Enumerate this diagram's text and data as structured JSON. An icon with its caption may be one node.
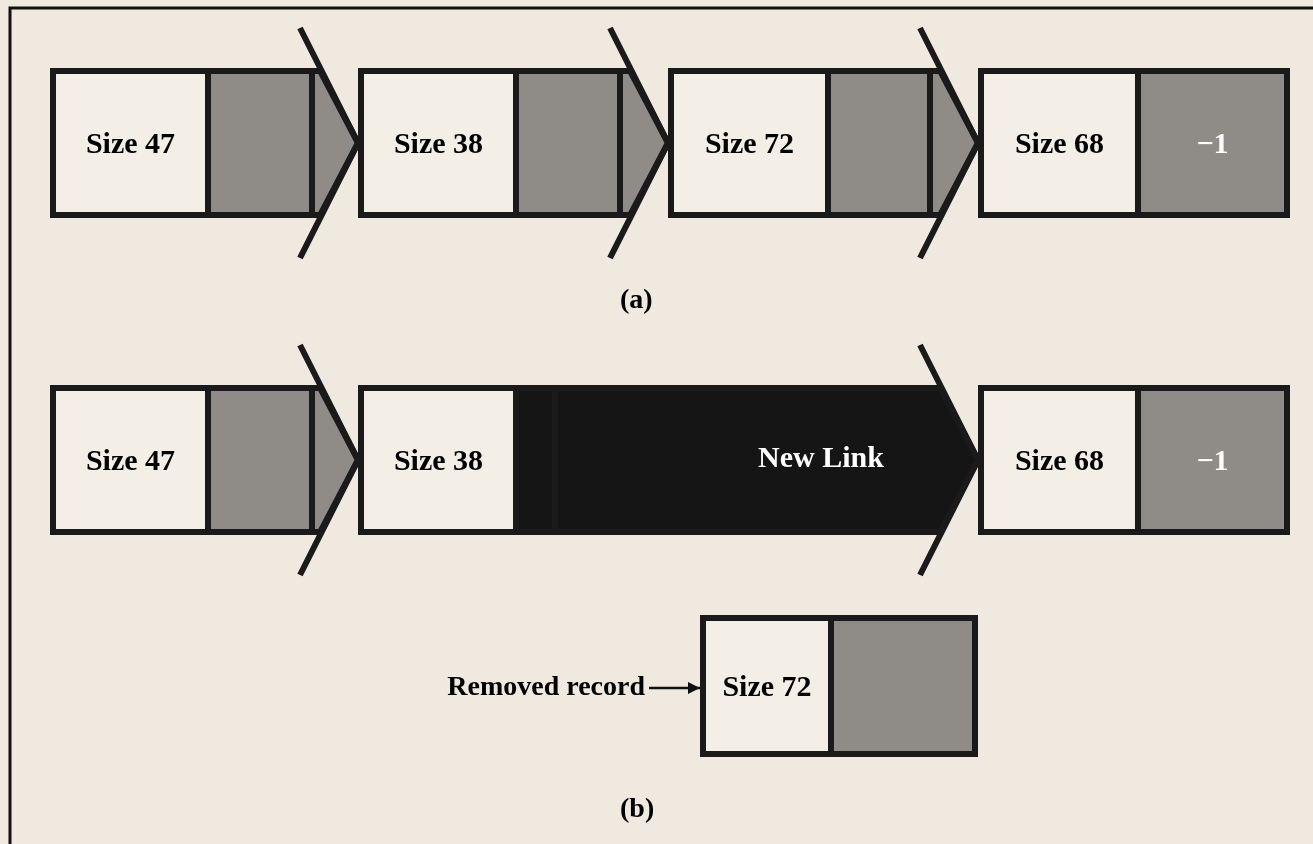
{
  "diagram": {
    "nodes": [
      {
        "text": [
          "Size 47"
        ]
      },
      {
        "text": [
          "Size 38"
        ]
      },
      {
        "text": [
          "Size 72"
        ]
      },
      {
        "text": [
          "Size 68",
          "−1"
        ]
      },
      {
        "text": [
          "Size 47"
        ]
      },
      {
        "text": [
          "Size 38"
        ]
      },
      {
        "text": [
          "Size 68",
          "−1"
        ]
      },
      {
        "text": [
          "Removed record"
        ]
      },
      {
        "text": [
          "Size 72"
        ]
      }
    ],
    "edges": [
      {
        "from": 0,
        "to": 1,
        "arrow": "to"
      },
      {
        "from": 1,
        "to": 2,
        "arrow": "to"
      },
      {
        "from": 2,
        "to": 3,
        "arrow": "to"
      },
      {
        "from": 4,
        "to": 5,
        "arrow": "to"
      },
      {
        "from": 5,
        "to": 6,
        "arrow": "to",
        "label": "New Link",
        "color": "#151515"
      },
      {
        "from": 7,
        "to": 8,
        "arrow": "to"
      }
    ],
    "labels": [
      "(a)",
      "(b)"
    ]
  }
}
